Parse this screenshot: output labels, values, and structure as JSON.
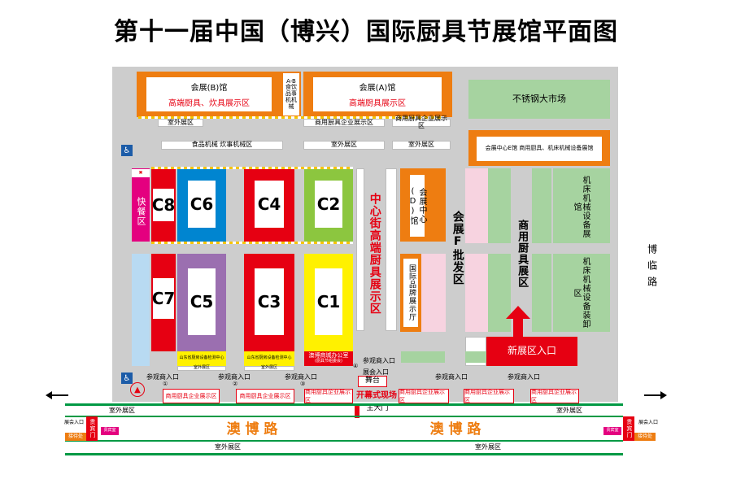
{
  "title": "第十一届中国（博兴）国际厨具节展馆平面图",
  "halls": {
    "b": {
      "name": "会展(B)馆",
      "sub": "高端厨具、炊具展示区"
    },
    "a": {
      "name": "会展(A)馆",
      "sub": "高端厨具展示区"
    },
    "ab_connector": "A-B食饮品事机机械",
    "e": "会展中心E馆  商用厨具、机床机械设备展馆",
    "d": "会展中心(D)馆",
    "c8": "C8",
    "c6": "C6",
    "c4": "C4",
    "c2": "C2",
    "c7": "C7",
    "c5": "C5",
    "c3": "C3",
    "c1": "C1",
    "f": "会展F批发区"
  },
  "zones": {
    "stainless_market": "不锈钢大市场",
    "outdoor": "室外展区",
    "commercial_booth": "商用厨具企业展示区",
    "food_machinery": "食品机械   炊事机械区",
    "fast_food": "快餐区",
    "central_street": "中心街高端厨具展示区",
    "intl_brand": "国际品牌展示厅",
    "commercial_hall": "商用厨具展区",
    "machine_tool_hall": "机床机械设备展馆",
    "machine_tool_unload": "机床机械设备装卸区",
    "new_entrance": "新展区入口",
    "test_center_1": "山东省厨房设备检测中心",
    "test_center_2": "山东省厨房设备检测中心",
    "office": "澳博商城办公室",
    "office_sub": "(厨具节组委会)",
    "stage": "舞台",
    "opening_site": "开幕式现场",
    "main_gate": "主大门",
    "reception": "接待处",
    "vip_gate": "贵宾门",
    "visitor_entrance_num": "参观商入口",
    "visitor_entrance": "参观商入口",
    "entrance_numbers": [
      "①",
      "②",
      "③",
      "④"
    ],
    "road_name": "澳  博  路",
    "bo_lin_road": "博临路",
    "exhibition_entrance": "展会入口",
    "vip_room": "贵宾室"
  },
  "colors": {
    "orange": "#ee7d11",
    "red": "#e60012",
    "blue": "#0085d0",
    "purple": "#9b6fb0",
    "lime": "#8cc63f",
    "yellow": "#fff100",
    "magenta": "#e4007f",
    "green": "#009944",
    "lightgreen": "#a6d3a0",
    "pink": "#f7d3e0",
    "lightblue": "#b8daf2"
  },
  "icons": [
    "toilet-icon",
    "north-arrow-icon",
    "arrow-left-icon",
    "arrow-right-icon",
    "up-arrow-icon",
    "restaurant-icon"
  ]
}
